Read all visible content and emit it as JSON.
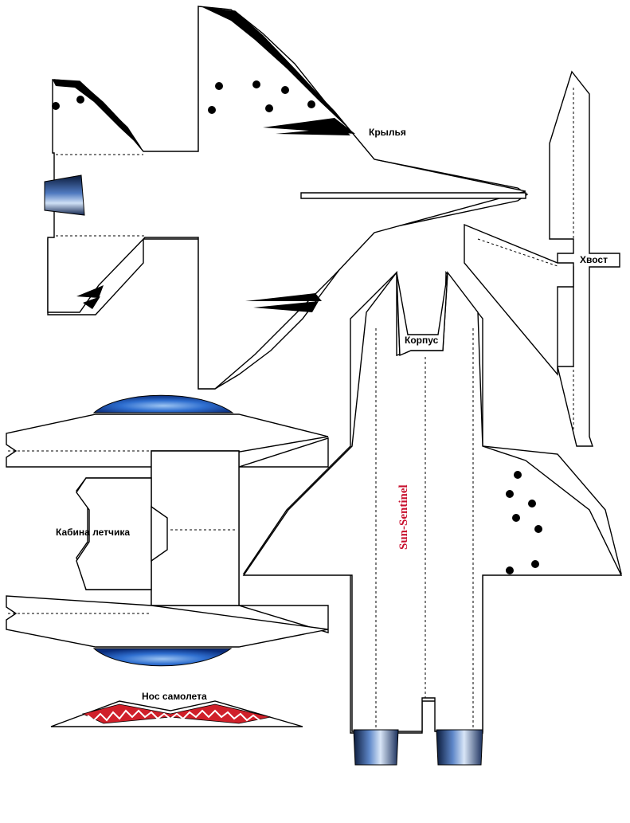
{
  "labels": {
    "wings": "Крылья",
    "tail": "Хвост",
    "body": "Корпус",
    "cockpit": "Кабина летчика",
    "nose": "Нос самолета"
  },
  "brand": "Sun-Sentinel",
  "colors": {
    "line": "#000000",
    "canopy_blue": "#1f5fbf",
    "brand_red": "#c8102e",
    "shark_teeth_red": "#d0202a",
    "engine_nozzle": "#2b4a8a"
  }
}
